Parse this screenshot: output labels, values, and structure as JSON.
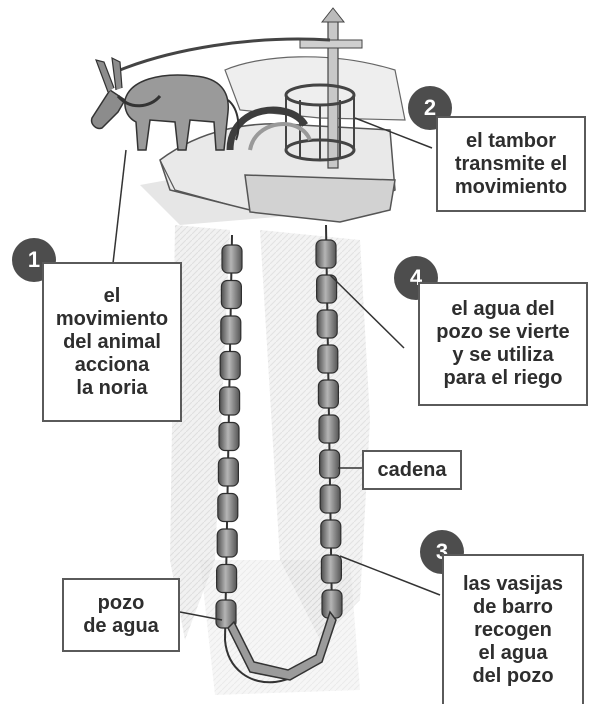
{
  "labels": {
    "step1": {
      "number": "1",
      "lines": [
        "el",
        "movimiento",
        "del animal",
        "acciona",
        "la noria"
      ]
    },
    "step2": {
      "number": "2",
      "lines": [
        "el tambor",
        "transmite el",
        "movimiento"
      ]
    },
    "step3": {
      "number": "3",
      "lines": [
        "las vasijas",
        "de barro",
        "recogen",
        "el agua",
        "del pozo"
      ]
    },
    "step4": {
      "number": "4",
      "lines": [
        "el agua del",
        "pozo se vierte",
        "y se utiliza",
        "para el riego"
      ]
    },
    "cadena": {
      "lines": [
        "cadena"
      ]
    },
    "pozo": {
      "lines": [
        "pozo",
        "de agua"
      ]
    }
  },
  "colors": {
    "ink": "#2e2e2e",
    "badge": "#4d4d4d",
    "stone": "#cfcfcf",
    "vessel": "#8a8a8a"
  }
}
